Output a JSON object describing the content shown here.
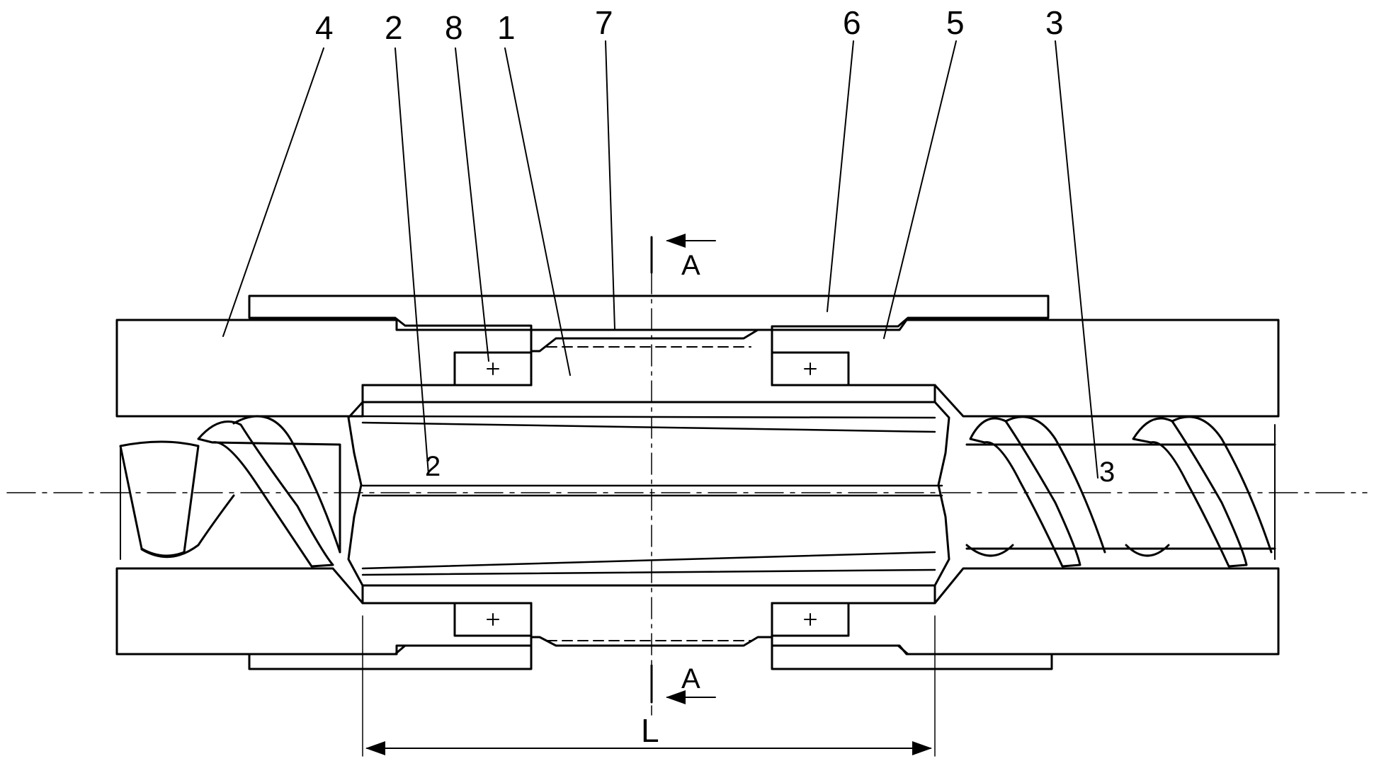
{
  "part_labels": [
    "4",
    "2",
    "8",
    "1",
    "7",
    "6",
    "5",
    "3"
  ],
  "section": {
    "top": "A",
    "bottom": "A"
  },
  "dimension_label": "L"
}
